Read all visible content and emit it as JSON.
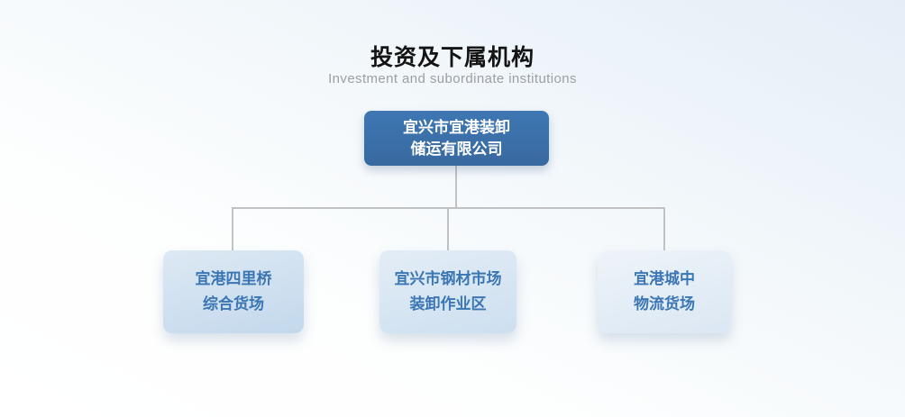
{
  "header": {
    "title": "投资及下属机构",
    "subtitle": "Investment and subordinate institutions"
  },
  "org_chart": {
    "root": {
      "label": "宜兴市宜港装卸储运有限公司",
      "lines": [
        "宜兴市宜港装卸",
        "储运有限公司"
      ]
    },
    "children": [
      {
        "label": "宜港四里桥综合货场",
        "lines": [
          "宜港四里桥",
          "综合货场"
        ]
      },
      {
        "label": "宜兴市钢材市场装卸作业区",
        "lines": [
          "宜兴市钢材市场",
          "装卸作业区"
        ]
      },
      {
        "label": "宜港城中物流货场",
        "lines": [
          "宜港城中",
          "物流货场"
        ]
      }
    ]
  },
  "colors": {
    "root_box": "#3a72ad",
    "root_text": "#ffffff",
    "child_text": "#3b76b4",
    "child_box_1": "#cbdded",
    "child_box_2": "#d6e3f2",
    "child_box_3": "#e3ecf5",
    "connector": "#c0c2c3",
    "background_top": "#e5eef7",
    "title_text": "#141414",
    "subtitle_text": "#9c9fa2"
  }
}
